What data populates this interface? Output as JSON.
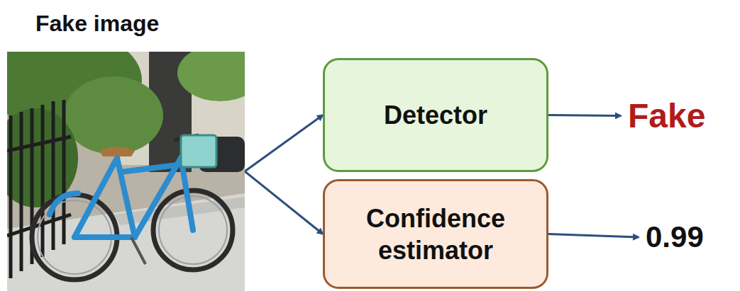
{
  "diagram": {
    "nodes": [
      {
        "text": [
          "Fake image"
        ]
      },
      {
        "text": [
          "Detector"
        ]
      },
      {
        "text": [
          "Confidence estimator"
        ]
      },
      {
        "text": [
          "Fake"
        ]
      },
      {
        "text": [
          "0.99"
        ]
      }
    ],
    "edges": [
      {
        "from": 0,
        "to": 1,
        "arrow": "to"
      },
      {
        "from": 0,
        "to": 2,
        "arrow": "to"
      },
      {
        "from": 1,
        "to": 3,
        "arrow": "to"
      },
      {
        "from": 2,
        "to": 4,
        "arrow": "to"
      }
    ]
  }
}
